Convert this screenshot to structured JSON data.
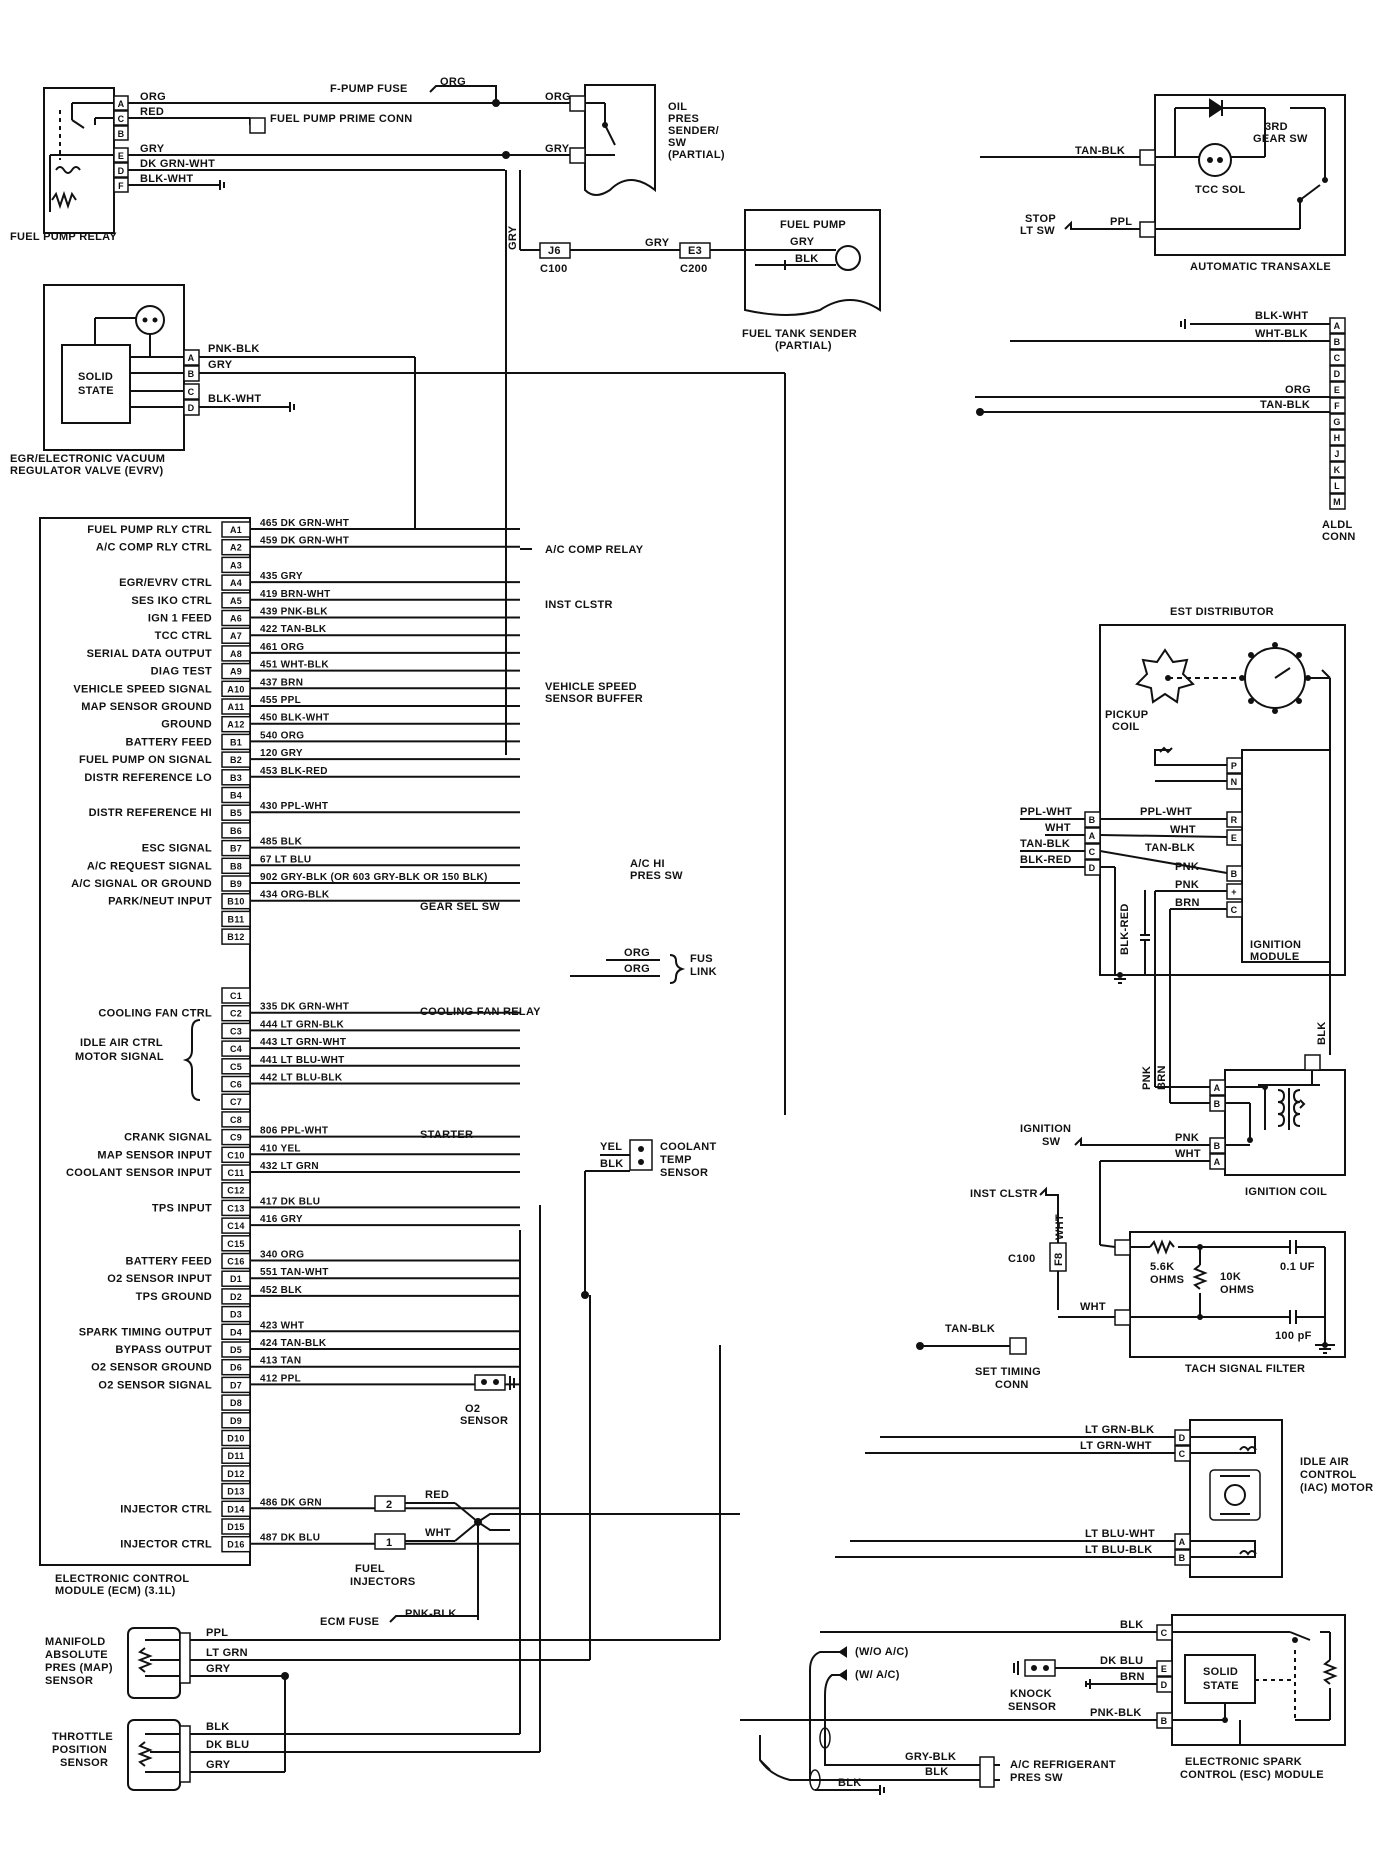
{
  "fuel_pump_relay": {
    "caption": "FUEL PUMP RELAY",
    "pins": [
      "A",
      "C",
      "B",
      "E",
      "D",
      "F"
    ],
    "wires": [
      "ORG",
      "RED",
      "",
      "GRY",
      "DK GRN-WHT",
      "BLK-WHT"
    ],
    "prime_conn": "FUEL PUMP PRIME CONN",
    "fuse": "F-PUMP FUSE",
    "fuse_wire": "ORG"
  },
  "oil_pres_sender": {
    "caption": "OIL PRES SENDER/ SW (PARTIAL)",
    "wire_top": "ORG",
    "wire_bottom": "GRY"
  },
  "fuel_tank_sender": {
    "caption": "FUEL TANK SENDER (PARTIAL)",
    "title": "FUEL PUMP",
    "wire_gry": "GRY",
    "wire_blk": "BLK",
    "wire_vertical": "GRY",
    "conn1": "J6",
    "conn1_label": "C100",
    "conn2": "E3",
    "conn2_label": "C200",
    "wire_between": "GRY"
  },
  "trans": {
    "caption": "AUTOMATIC TRANSAXLE",
    "sw3": "3RD GEAR SW",
    "tcc": "TCC SOL",
    "wire_tan": "TAN-BLK",
    "stop_sw": "STOP LT SW",
    "wire_ppl": "PPL"
  },
  "aldl": {
    "caption": "ALDL CONN",
    "pins": [
      "A",
      "B",
      "C",
      "D",
      "E",
      "F",
      "G",
      "H",
      "J",
      "K",
      "L",
      "M"
    ],
    "wire_blk": "BLK-WHT",
    "wire_wht": "WHT-BLK",
    "wire_org": "ORG",
    "wire_tan": "TAN-BLK"
  },
  "evrv": {
    "caption": "EGR/ELECTRONIC VACUUM REGULATOR VALVE (EVRV)",
    "solid": "SOLID STATE",
    "pins": [
      "A",
      "B",
      "C",
      "D"
    ],
    "wires": [
      "PNK-BLK",
      "GRY",
      "",
      "BLK-WHT"
    ]
  },
  "ecm": {
    "caption": "ELECTRONIC CONTROL MODULE (ECM) (3.1L)",
    "rows_a": [
      {
        "pin": "A1",
        "label": "FUEL PUMP RLY CTRL",
        "wire": "465 DK GRN-WHT"
      },
      {
        "pin": "A2",
        "label": "A/C COMP RLY CTRL",
        "wire": "459 DK GRN-WHT"
      },
      {
        "pin": "A3",
        "label": "",
        "wire": ""
      },
      {
        "pin": "A4",
        "label": "EGR/EVRV CTRL",
        "wire": "435 GRY"
      },
      {
        "pin": "A5",
        "label": "SES IKO CTRL",
        "wire": "419 BRN-WHT"
      },
      {
        "pin": "A6",
        "label": "IGN 1 FEED",
        "wire": "439 PNK-BLK"
      },
      {
        "pin": "A7",
        "label": "TCC CTRL",
        "wire": "422 TAN-BLK"
      },
      {
        "pin": "A8",
        "label": "SERIAL DATA OUTPUT",
        "wire": "461 ORG"
      },
      {
        "pin": "A9",
        "label": "DIAG TEST",
        "wire": "451 WHT-BLK"
      },
      {
        "pin": "A10",
        "label": "VEHICLE SPEED SIGNAL",
        "wire": "437 BRN"
      },
      {
        "pin": "A11",
        "label": "MAP SENSOR GROUND",
        "wire": "455 PPL"
      },
      {
        "pin": "A12",
        "label": "GROUND",
        "wire": "450 BLK-WHT"
      },
      {
        "pin": "B1",
        "label": "BATTERY FEED",
        "wire": "540 ORG"
      },
      {
        "pin": "B2",
        "label": "FUEL PUMP ON SIGNAL",
        "wire": "120 GRY"
      },
      {
        "pin": "B3",
        "label": "DISTR REFERENCE LO",
        "wire": "453 BLK-RED"
      },
      {
        "pin": "B4",
        "label": "",
        "wire": ""
      },
      {
        "pin": "B5",
        "label": "DISTR REFERENCE HI",
        "wire": "430 PPL-WHT"
      },
      {
        "pin": "B6",
        "label": "",
        "wire": ""
      },
      {
        "pin": "B7",
        "label": "ESC SIGNAL",
        "wire": "485 BLK"
      },
      {
        "pin": "B8",
        "label": "A/C REQUEST SIGNAL",
        "wire": "67 LT BLU"
      },
      {
        "pin": "B9",
        "label": "A/C SIGNAL OR GROUND",
        "wire": "902 GRY-BLK (OR 603 GRY-BLK OR 150 BLK)"
      },
      {
        "pin": "B10",
        "label": "PARK/NEUT INPUT",
        "wire": "434 ORG-BLK"
      },
      {
        "pin": "B11",
        "label": "",
        "wire": ""
      },
      {
        "pin": "B12",
        "label": "",
        "wire": ""
      }
    ],
    "rows_c": [
      {
        "pin": "C1",
        "label": "",
        "wire": ""
      },
      {
        "pin": "C2",
        "label": "COOLING FAN CTRL",
        "wire": "335 DK GRN-WHT"
      },
      {
        "pin": "C3",
        "label": "",
        "wire": "444 LT GRN-BLK"
      },
      {
        "pin": "C4",
        "label": "",
        "wire": "443 LT GRN-WHT"
      },
      {
        "pin": "C5",
        "label": "",
        "wire": "441 LT BLU-WHT"
      },
      {
        "pin": "C6",
        "label": "",
        "wire": "442 LT BLU-BLK"
      },
      {
        "pin": "C7",
        "label": "",
        "wire": ""
      },
      {
        "pin": "C8",
        "label": "",
        "wire": ""
      },
      {
        "pin": "C9",
        "label": "CRANK SIGNAL",
        "wire": "806 PPL-WHT"
      },
      {
        "pin": "C10",
        "label": "MAP SENSOR INPUT",
        "wire": "410 YEL"
      },
      {
        "pin": "C11",
        "label": "COOLANT SENSOR INPUT",
        "wire": "432 LT GRN"
      },
      {
        "pin": "C12",
        "label": "",
        "wire": ""
      },
      {
        "pin": "C13",
        "label": "TPS INPUT",
        "wire": "417 DK BLU"
      },
      {
        "pin": "C14",
        "label": "",
        "wire": "416 GRY"
      },
      {
        "pin": "C15",
        "label": "",
        "wire": ""
      },
      {
        "pin": "C16",
        "label": "BATTERY FEED",
        "wire": "340 ORG"
      },
      {
        "pin": "D1",
        "label": "O2 SENSOR INPUT",
        "wire": "551 TAN-WHT"
      },
      {
        "pin": "D2",
        "label": "TPS GROUND",
        "wire": "452 BLK"
      },
      {
        "pin": "D3",
        "label": "",
        "wire": ""
      },
      {
        "pin": "D4",
        "label": "SPARK TIMING OUTPUT",
        "wire": "423 WHT"
      },
      {
        "pin": "D5",
        "label": "BYPASS OUTPUT",
        "wire": "424 TAN-BLK"
      },
      {
        "pin": "D6",
        "label": "O2 SENSOR GROUND",
        "wire": "413 TAN"
      },
      {
        "pin": "D7",
        "label": "O2 SENSOR SIGNAL",
        "wire": "412 PPL"
      },
      {
        "pin": "D8",
        "label": "",
        "wire": ""
      },
      {
        "pin": "D9",
        "label": "",
        "wire": ""
      },
      {
        "pin": "D10",
        "label": "",
        "wire": ""
      },
      {
        "pin": "D11",
        "label": "",
        "wire": ""
      },
      {
        "pin": "D12",
        "label": "",
        "wire": ""
      },
      {
        "pin": "D13",
        "label": "",
        "wire": ""
      },
      {
        "pin": "D14",
        "label": "INJECTOR CTRL",
        "wire": "486 DK GRN"
      },
      {
        "pin": "D15",
        "label": "",
        "wire": ""
      },
      {
        "pin": "D16",
        "label": "INJECTOR CTRL",
        "wire": "487 DK BLU"
      }
    ],
    "iac_label": "IDLE AIR CTRL MOTOR SIGNAL"
  },
  "dest": {
    "ac_comp_relay": "A/C COMP RELAY",
    "inst_clstr": "INST CLSTR",
    "vss_buffer": "VEHICLE SPEED SENSOR BUFFER",
    "ac_hi_pres": "A/C HI PRES SW",
    "gear_sel": "GEAR SEL SW",
    "fus_link": "FUS LINK",
    "fus_wire1": "ORG",
    "fus_wire2": "ORG",
    "cooling_fan_relay": "COOLING FAN RELAY",
    "starter": "STARTER",
    "coolant_sensor": "COOLANT TEMP SENSOR",
    "coolant_yel": "YEL",
    "coolant_blk": "BLK",
    "o2_sensor": "O2 SENSOR",
    "set_timing": "SET TIMING CONN",
    "set_timing_wire": "TAN-BLK",
    "fuel_injectors": "FUEL INJECTORS",
    "inj2": "2",
    "inj1": "1",
    "inj_red": "RED",
    "inj_wht": "WHT",
    "ecm_fuse": "ECM FUSE",
    "ecm_fuse_wire": "PNK-BLK"
  },
  "distributor": {
    "caption": "EST DISTRIBUTOR",
    "pickup": "PICKUP COIL",
    "ign_module": "IGNITION MODULE",
    "pins_left": [
      "B",
      "A",
      "C",
      "D"
    ],
    "wires_left": [
      "PPL-WHT",
      "WHT",
      "TAN-BLK",
      "BLK-RED"
    ],
    "pins_pickup": [
      "P",
      "N"
    ],
    "pins_right": [
      "R",
      "E",
      "B",
      "+",
      "C"
    ],
    "wires_right": [
      "PPL-WHT",
      "WHT",
      "TAN-BLK",
      "PNK",
      "PNK",
      "BRN"
    ],
    "blk_red_v": "BLK-RED"
  },
  "ign_coil": {
    "caption": "IGNITION COIL",
    "pins": [
      "A",
      "B",
      "B",
      "A"
    ],
    "ign_sw": "IGNITION SW",
    "wire_pnk": "PNK",
    "wire_wht": "WHT",
    "v_pnk": "PNK",
    "v_brn": "BRN",
    "v_blk": "BLK"
  },
  "tach": {
    "caption": "TACH SIGNAL FILTER",
    "inst": "INST CLSTR",
    "conn": "C100",
    "conn_pin": "F8",
    "wire_wht_v": "WHT",
    "wire_wht": "WHT",
    "r1": "5.6K OHMS",
    "r2": "10K OHMS",
    "c1": "0.1 UF",
    "c2": "100 pF"
  },
  "iac_motor": {
    "caption": "IDLE AIR CONTROL (IAC) MOTOR",
    "pins": [
      "D",
      "C",
      "A",
      "B"
    ],
    "wires": [
      "LT GRN-BLK",
      "LT GRN-WHT",
      "LT BLU-WHT",
      "LT BLU-BLK"
    ]
  },
  "esc": {
    "caption": "ELECTRONIC SPARK CONTROL (ESC) MODULE",
    "solid": "SOLID STATE",
    "pins": [
      "C",
      "E",
      "D",
      "B"
    ],
    "wires": [
      "BLK",
      "DK BLU",
      "BRN",
      "PNK-BLK"
    ],
    "knock": "KNOCK SENSOR"
  },
  "ac": {
    "wo": "(W/O A/C)",
    "w": "(W/ A/C)",
    "wire_gry_blk": "GRY-BLK",
    "wire_blk": "BLK",
    "wire_blk2": "BLK",
    "sw": "A/C REFRIGERANT PRES SW"
  },
  "map_sensor": {
    "caption": "MANIFOLD ABSOLUTE PRES (MAP) SENSOR",
    "wires": [
      "PPL",
      "LT GRN",
      "GRY"
    ]
  },
  "tps": {
    "caption": "THROTTLE POSITION SENSOR",
    "wires": [
      "BLK",
      "DK BLU",
      "GRY"
    ]
  }
}
